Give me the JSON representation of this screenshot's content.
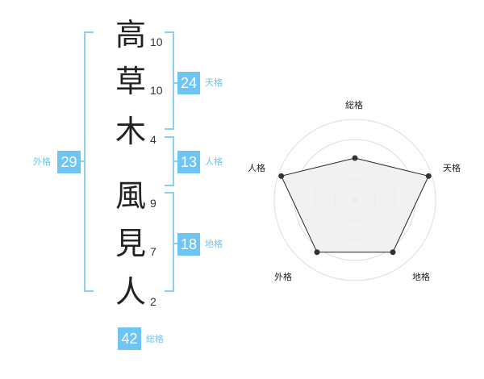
{
  "name": {
    "characters": [
      {
        "char": "高",
        "strokes": "10"
      },
      {
        "char": "草",
        "strokes": "10"
      },
      {
        "char": "木",
        "strokes": "4"
      },
      {
        "char": "風",
        "strokes": "9"
      },
      {
        "char": "見",
        "strokes": "7"
      },
      {
        "char": "人",
        "strokes": "2"
      }
    ]
  },
  "fortunes": {
    "tenkaku": {
      "value": "24",
      "label": "天格"
    },
    "jinkaku": {
      "value": "13",
      "label": "人格"
    },
    "chikaku": {
      "value": "18",
      "label": "地格"
    },
    "gaikaku": {
      "value": "29",
      "label": "外格"
    },
    "soukaku": {
      "value": "42",
      "label": "総格"
    }
  },
  "chart_data": {
    "type": "radar",
    "axes": [
      "総格",
      "天格",
      "地格",
      "外格",
      "人格"
    ],
    "values": [
      0.52,
      0.96,
      0.8,
      0.8,
      0.96
    ],
    "max": 1,
    "rings": 4,
    "colors": {
      "fill": "#eeeeee",
      "line": "#222222",
      "grid": "#dddddd",
      "point": "#333333"
    }
  }
}
